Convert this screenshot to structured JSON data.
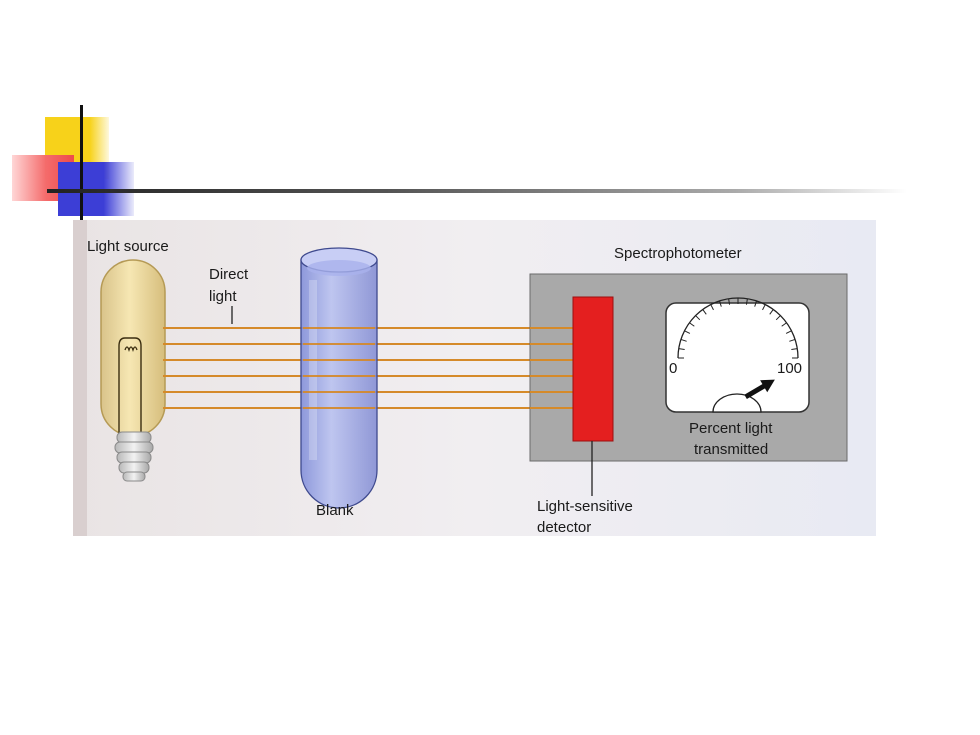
{
  "labels": {
    "light_source": "Light source",
    "direct_light": [
      "Direct",
      "light"
    ],
    "blank": "Blank",
    "spectrophotometer": "Spectrophotometer",
    "detector": [
      "Light-sensitive",
      "detector"
    ],
    "meter_min": "0",
    "meter_max": "100",
    "meter_caption": [
      "Percent light",
      "transmitted"
    ]
  },
  "colors": {
    "accent_yellow": "#f7d21a",
    "accent_red": "#ee4b4b",
    "accent_blue": "#3c3ed6",
    "beam": "#d58a2a",
    "detector": "#e41f1f",
    "tube": "#9aa6e8",
    "instrument_panel": "#a9a9a9"
  },
  "beam_count": 6,
  "meter_reading_percent": 100
}
